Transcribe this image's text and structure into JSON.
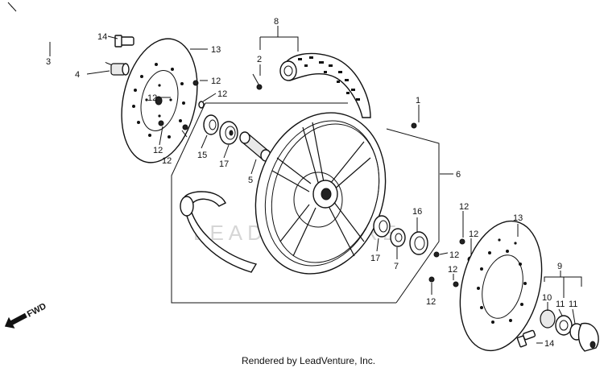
{
  "diagram": {
    "credit": "Rendered by LeadVenture, Inc.",
    "watermark": "LEADVENTURE",
    "direction_label": "FWD",
    "callouts": [
      {
        "id": "c-3",
        "text": "3"
      },
      {
        "id": "c-14a",
        "text": "14"
      },
      {
        "id": "c-4",
        "text": "4"
      },
      {
        "id": "c-13a",
        "text": "13"
      },
      {
        "id": "c-12a",
        "text": "12"
      },
      {
        "id": "c-12b",
        "text": "12"
      },
      {
        "id": "c-12c",
        "text": "12"
      },
      {
        "id": "c-12d",
        "text": "12"
      },
      {
        "id": "c-12e",
        "text": "12"
      },
      {
        "id": "c-8",
        "text": "8"
      },
      {
        "id": "c-2",
        "text": "2"
      },
      {
        "id": "c-15",
        "text": "15"
      },
      {
        "id": "c-17a",
        "text": "17"
      },
      {
        "id": "c-5",
        "text": "5"
      },
      {
        "id": "c-1",
        "text": "1"
      },
      {
        "id": "c-6",
        "text": "6"
      },
      {
        "id": "c-16",
        "text": "16"
      },
      {
        "id": "c-17b",
        "text": "17"
      },
      {
        "id": "c-7",
        "text": "7"
      },
      {
        "id": "c-12f",
        "text": "12"
      },
      {
        "id": "c-12g",
        "text": "12"
      },
      {
        "id": "c-12h",
        "text": "12"
      },
      {
        "id": "c-12i",
        "text": "12"
      },
      {
        "id": "c-12j",
        "text": "12"
      },
      {
        "id": "c-13b",
        "text": "13"
      },
      {
        "id": "c-9",
        "text": "9"
      },
      {
        "id": "c-10",
        "text": "10"
      },
      {
        "id": "c-11a",
        "text": "11"
      },
      {
        "id": "c-11b",
        "text": "11"
      },
      {
        "id": "c-14b",
        "text": "14"
      }
    ]
  }
}
